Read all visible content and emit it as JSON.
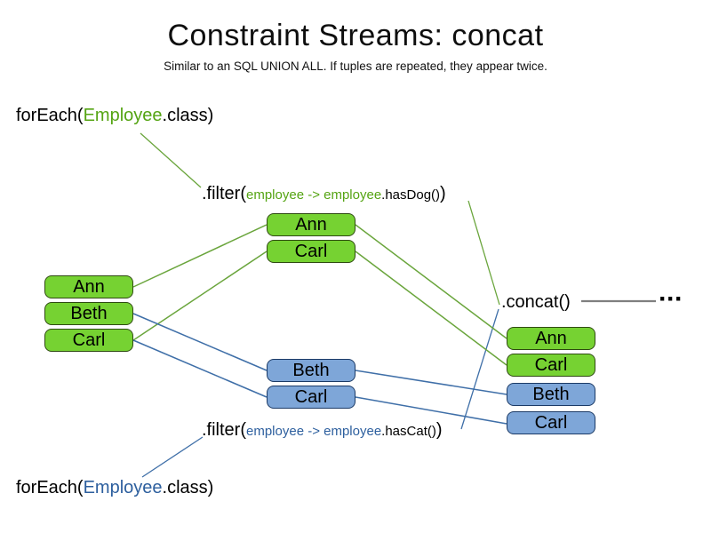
{
  "title": "Constraint Streams: concat",
  "subtitle": "Similar to an SQL UNION ALL. If tuples are repeated, they appear twice.",
  "ellipsis": "···",
  "colors": {
    "green_fill": "#76d232",
    "green_border": "#2f4a12",
    "green_text": "#55a413",
    "green_line": "#6aa53c",
    "blue_fill": "#7ea6d8",
    "blue_border": "#1b3a66",
    "blue_text": "#2d5f9e",
    "blue_line": "#3f6fa8",
    "gray_line": "#7f7f7f"
  },
  "expressions": {
    "foreach_dog": {
      "prefix": "forEach(",
      "class_name": "Employee",
      "suffix": ".class)"
    },
    "filter_dog": {
      "method": ".filter(",
      "lambda": "employee -> employee",
      "call": ".hasDog()",
      "close": ")"
    },
    "concat": {
      "label": ".concat()"
    },
    "filter_cat": {
      "method": ".filter(",
      "lambda": "employee -> employee",
      "call": ".hasCat()",
      "close": ")"
    },
    "foreach_cat": {
      "prefix": "forEach(",
      "class_name": "Employee",
      "suffix": ".class)"
    }
  },
  "streams": {
    "source": {
      "color": "green",
      "items": [
        "Ann",
        "Beth",
        "Carl"
      ]
    },
    "dog_filtered": {
      "color": "green",
      "items": [
        "Ann",
        "Carl"
      ]
    },
    "cat_filtered": {
      "color": "blue",
      "items": [
        "Beth",
        "Carl"
      ]
    },
    "result": {
      "items": [
        {
          "label": "Ann",
          "color": "green"
        },
        {
          "label": "Carl",
          "color": "green"
        },
        {
          "label": "Beth",
          "color": "blue"
        },
        {
          "label": "Carl",
          "color": "blue"
        }
      ]
    }
  }
}
